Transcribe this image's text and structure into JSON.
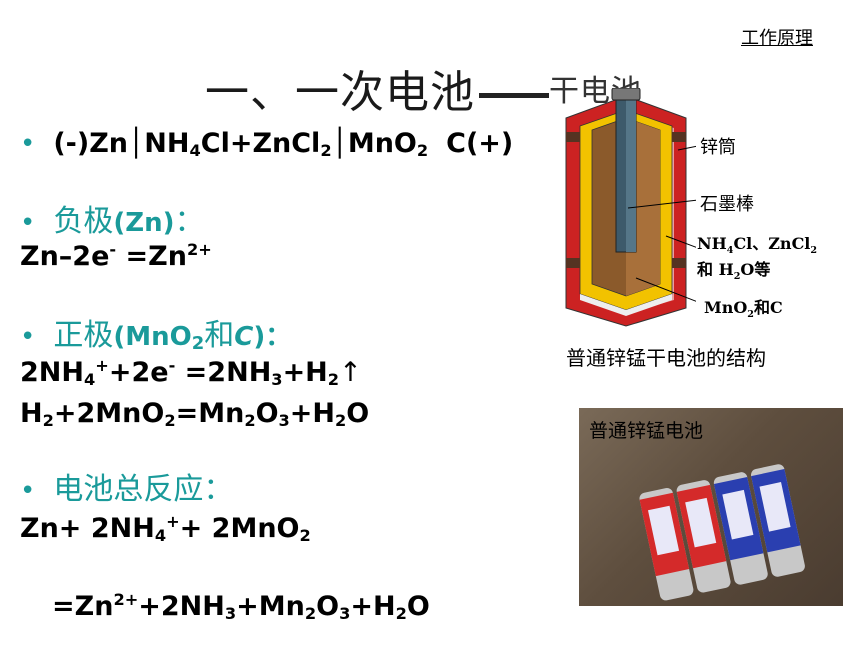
{
  "header": {
    "link": "工作原理"
  },
  "title": {
    "text": "一、一次电池",
    "cut": "干电池"
  },
  "equation": {
    "prefix": "(-)Zn│NH",
    "s1": "4",
    "mid1": "Cl+ZnCl",
    "s2": "2",
    "mid2": "│MnO",
    "s3": "2",
    "suffix": "C(+)"
  },
  "negative": {
    "label": "负极",
    "paren": "(Zn)",
    "colon": "：",
    "eq_a": "Zn–2e",
    "eq_b": "=Zn",
    "sup_e": "-",
    "sup_zn": "2+"
  },
  "positive": {
    "label": "正极",
    "paren_a": "(MnO",
    "sub2": "2",
    "he": "和",
    "c": "C",
    "paren_b": ")：",
    "eq1": [
      "2NH",
      "4",
      "+",
      "+2e",
      "-",
      " =2NH",
      "3",
      "+H",
      "2",
      "↑"
    ],
    "eq2": [
      "H",
      "2",
      "+2MnO",
      "2",
      "=Mn",
      "2",
      "O",
      "3",
      "+H",
      "2",
      "O"
    ]
  },
  "total": {
    "label": "电池总反应：",
    "eq1": [
      "Zn+ 2NH",
      "4",
      "+",
      "+ 2MnO",
      "2"
    ],
    "eq2": [
      "=Zn",
      "2+",
      "+2NH",
      "3",
      "+Mn",
      "2",
      "O",
      "3",
      "+H",
      "2",
      "O"
    ]
  },
  "diagram": {
    "labels": {
      "zinc_can": "锌筒",
      "graphite_rod": "石墨棒",
      "electrolyte_a": "NH",
      "electrolyte_s1": "4",
      "electrolyte_b": "Cl、ZnCl",
      "electrolyte_s2": "2",
      "electrolyte_c": "和 H",
      "electrolyte_s3": "2",
      "electrolyte_d": "O等",
      "mno2_a": "MnO",
      "mno2_s": "2",
      "mno2_b": "和C"
    },
    "caption": "普通锌锰干电池的结构",
    "colors": {
      "zinc": "#cc2222",
      "paste": "#f2c200",
      "core": "#8b5a2b",
      "rod": "#3d5a6b"
    }
  },
  "photo": {
    "title": "普通锌锰电池"
  }
}
